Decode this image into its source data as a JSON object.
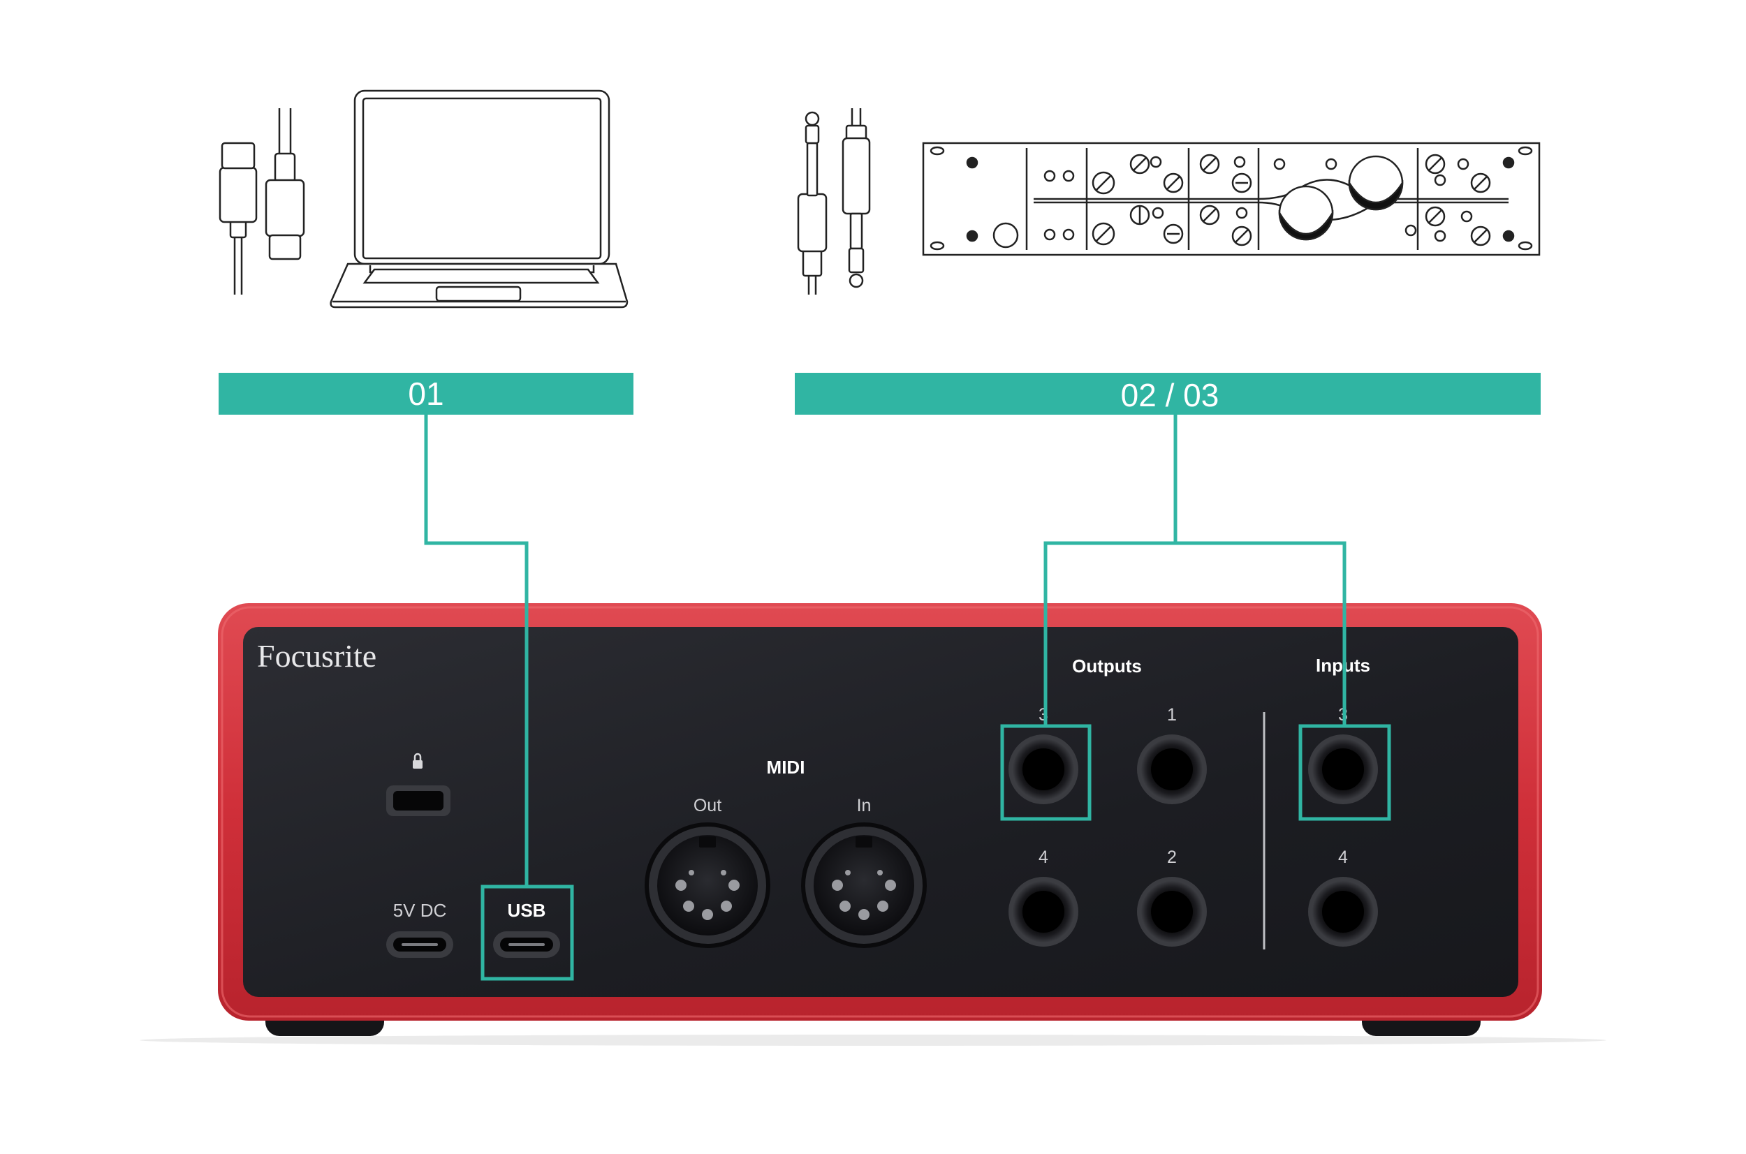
{
  "colors": {
    "accent": "#30b5a3",
    "chassis_red": "#d8333e",
    "panel": "#1d1e23",
    "line_art": "#222222"
  },
  "labels": {
    "step_1": "01",
    "step_2_3": "02 / 03"
  },
  "device": {
    "brand": "Focusrite",
    "lock_icon": "kensington-lock-icon",
    "power_label": "5V DC",
    "usb_label": "USB",
    "midi": {
      "title": "MIDI",
      "out_label": "Out",
      "in_label": "In"
    },
    "outputs": {
      "title": "Outputs",
      "jack_numbers": [
        "3",
        "1",
        "4",
        "2"
      ]
    },
    "inputs": {
      "title": "Inputs",
      "jack_numbers": [
        "3",
        "4"
      ]
    }
  },
  "illustrations": {
    "usb_cable": "usb-c-cable-icon",
    "laptop": "laptop-icon",
    "jack_cables": "quarter-inch-jack-cable-icon",
    "outboard_unit": "rack-outboard-unit-icon"
  }
}
